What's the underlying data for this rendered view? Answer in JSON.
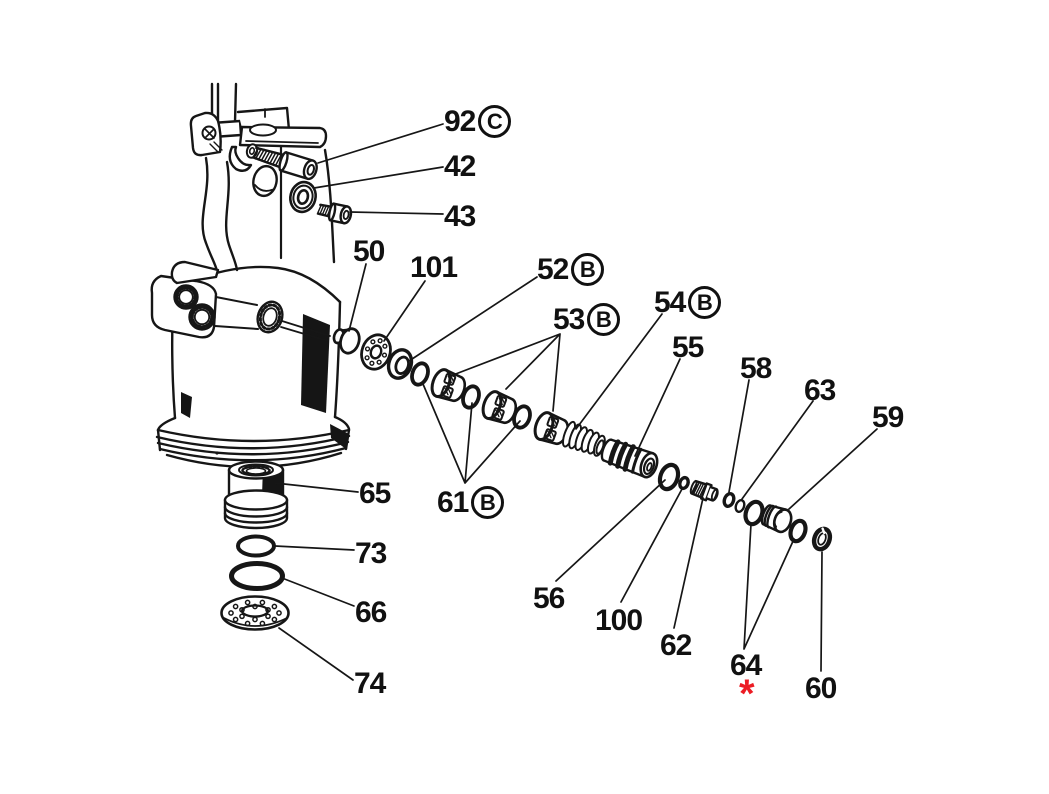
{
  "diagram": {
    "type": "exploded-parts-diagram",
    "subject": "hand-pump-assembly",
    "colors": {
      "line": "#161616",
      "background": "#ffffff",
      "accent_red": "#ec1c24"
    },
    "callouts": [
      {
        "id": "92",
        "num": "92",
        "circle": "C"
      },
      {
        "id": "42",
        "num": "42"
      },
      {
        "id": "43",
        "num": "43"
      },
      {
        "id": "50",
        "num": "50"
      },
      {
        "id": "101",
        "num": "101"
      },
      {
        "id": "52",
        "num": "52",
        "circle": "B"
      },
      {
        "id": "53",
        "num": "53",
        "circle": "B"
      },
      {
        "id": "54",
        "num": "54",
        "circle": "B"
      },
      {
        "id": "55",
        "num": "55"
      },
      {
        "id": "58",
        "num": "58"
      },
      {
        "id": "63",
        "num": "63"
      },
      {
        "id": "59",
        "num": "59"
      },
      {
        "id": "61",
        "num": "61",
        "circle": "B"
      },
      {
        "id": "65",
        "num": "65"
      },
      {
        "id": "73",
        "num": "73"
      },
      {
        "id": "66",
        "num": "66"
      },
      {
        "id": "74",
        "num": "74"
      },
      {
        "id": "56",
        "num": "56"
      },
      {
        "id": "100",
        "num": "100"
      },
      {
        "id": "62",
        "num": "62"
      },
      {
        "id": "64",
        "num": "64",
        "asterisk": "*"
      },
      {
        "id": "60",
        "num": "60"
      }
    ],
    "parts": {
      "92": "socket-head-cap-screw",
      "42": "washer",
      "43": "socket-screw",
      "50": "plug-cap",
      "101": "drilled-plate",
      "52": "seal-ring",
      "53": "needle-bearing-cage",
      "54": "coil-spring",
      "55": "valve-spool",
      "56": "o-ring",
      "100": "small-ring",
      "62": "threaded-fitting",
      "58": "small-ring",
      "63": "small-ring",
      "64": "o-ring-pair",
      "59": "piston-plug",
      "60": "cup-seal",
      "61": "o-ring-set",
      "65": "threaded-bushing",
      "73": "o-ring",
      "66": "o-ring",
      "74": "perforated-disc"
    }
  }
}
